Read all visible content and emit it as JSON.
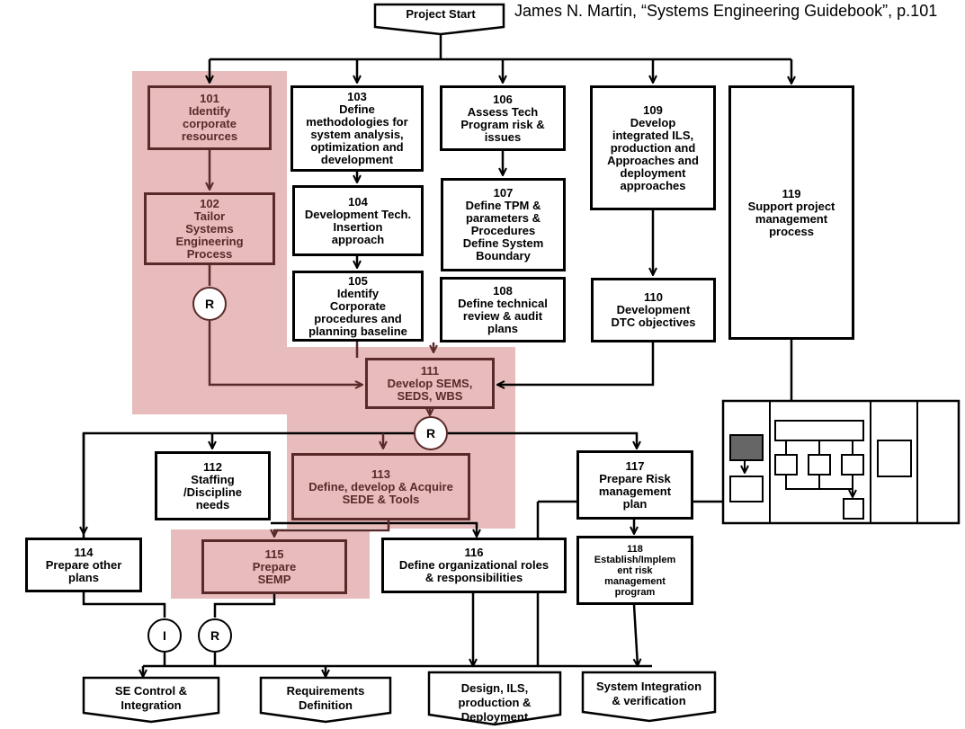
{
  "citation": "James N. Martin, “Systems Engineering Guidebook”, p.101",
  "start": "Project Start",
  "nodes": {
    "n101": "101\nIdentify\ncorporate\nresources",
    "n102": "102\nTailor\nSystems\nEngineering\nProcess",
    "n103": "103\nDefine\nmethodologies for\nsystem analysis,\noptimization and\ndevelopment",
    "n104": "104\nDevelopment Tech.\nInsertion\napproach",
    "n105": "105\nIdentify\nCorporate\nprocedures and\nplanning baseline",
    "n106": "106\nAssess Tech\nProgram risk &\nissues",
    "n107": "107\nDefine TPM &\nparameters &\nProcedures\nDefine System\nBoundary",
    "n108": "108\nDefine technical\nreview & audit\nplans",
    "n109": "109\nDevelop\nintegrated ILS,\nproduction and\nApproaches and\ndeployment\napproaches",
    "n110": "110\nDevelopment\nDTC objectives",
    "n111": "111\nDevelop SEMS,\nSEDS, WBS",
    "n112": "112\nStaffing\n/Discipline\nneeds",
    "n113": "113\nDefine, develop & Acquire\nSEDE & Tools",
    "n114": "114\nPrepare other\nplans",
    "n115": "115\nPrepare\nSEMP",
    "n116": "116\nDefine organizational roles\n& responsibilities",
    "n117": "117\nPrepare Risk\nmanagement\nplan",
    "n118": "118\nEstablish/Implem\nent risk\nmanagement\nprogram",
    "n119": "119\nSupport project\nmanagement\nprocess"
  },
  "gates": {
    "r1": "R",
    "r2": "R",
    "i1": "I",
    "r3": "R"
  },
  "outputs": {
    "o1": "SE Control &\nIntegration",
    "o2": "Requirements\nDefinition",
    "o3": "Design, ILS,\nproduction &\nDeployment",
    "o4": "System Integration\n& verification"
  }
}
